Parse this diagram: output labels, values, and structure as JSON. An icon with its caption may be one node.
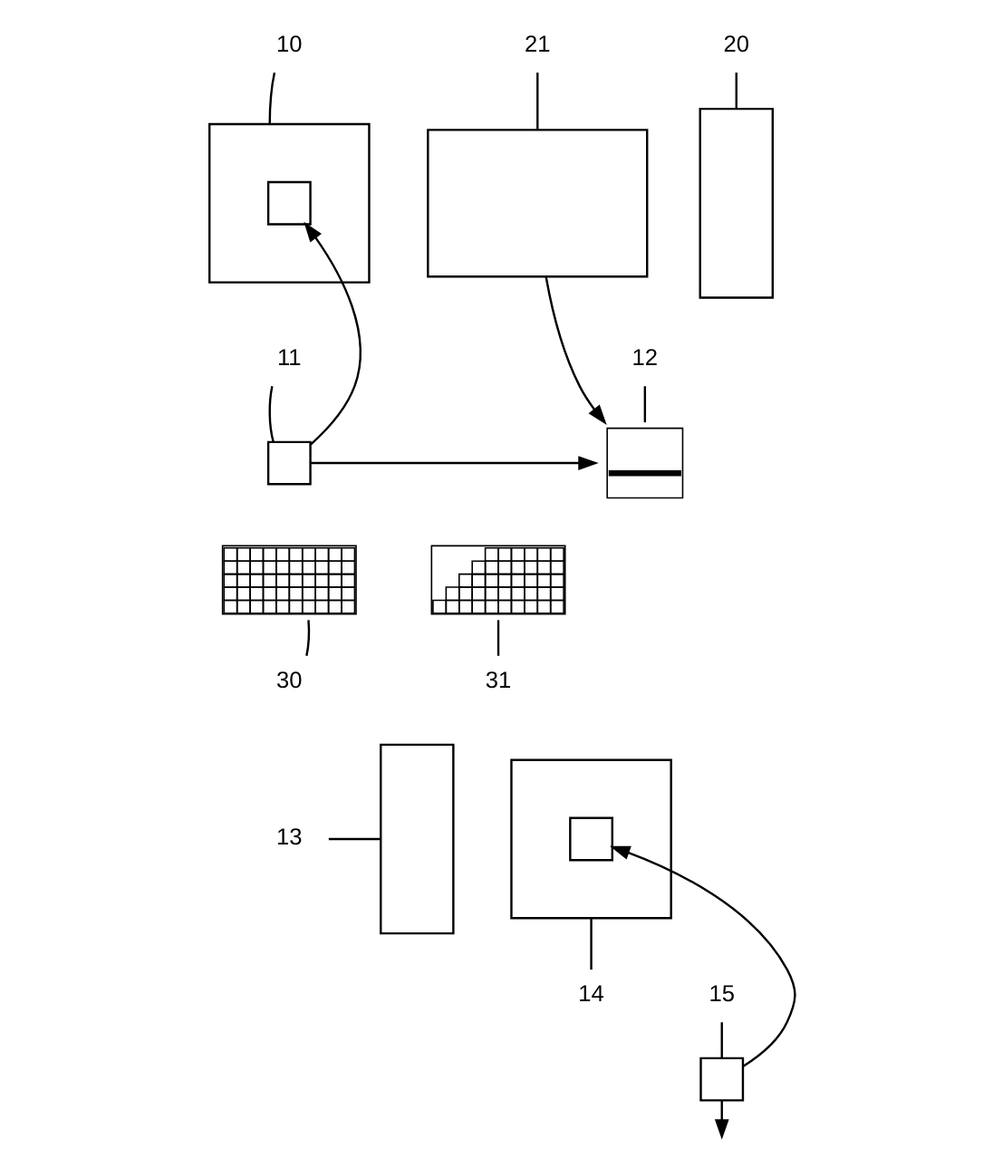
{
  "diagram": {
    "nodes": [
      {
        "text": [
          "10"
        ]
      },
      {
        "text": [
          "20"
        ]
      },
      {
        "text": [
          "21"
        ]
      },
      {
        "text": [],
        "shape": "box"
      },
      {
        "text": [],
        "shape": "box",
        "in": 3
      },
      {
        "text": [],
        "shape": "box"
      },
      {
        "text": [],
        "shape": "box"
      },
      {
        "text": [
          "11"
        ]
      },
      {
        "text": [],
        "shape": "box"
      },
      {
        "text": [
          "12"
        ]
      },
      {
        "text": [],
        "shape": "box"
      },
      {
        "text": [],
        "shape": "picture"
      },
      {
        "text": [],
        "shape": "picture"
      },
      {
        "text": [
          "30"
        ]
      },
      {
        "text": [
          "31"
        ]
      },
      {
        "text": [
          "13"
        ]
      },
      {
        "text": [],
        "shape": "box"
      },
      {
        "text": [],
        "shape": "box"
      },
      {
        "text": [],
        "shape": "box",
        "in": 17
      },
      {
        "text": [
          "14"
        ]
      },
      {
        "text": [
          "15"
        ]
      },
      {
        "text": [],
        "shape": "box"
      }
    ],
    "edges": [
      {
        "from": 0,
        "to": 3,
        "arrow": "none"
      },
      {
        "from": 1,
        "to": 5,
        "arrow": "none"
      },
      {
        "from": 2,
        "to": 6,
        "arrow": "none"
      },
      {
        "from": 7,
        "to": 8,
        "arrow": "none"
      },
      {
        "from": 8,
        "to": 4,
        "arrow": "to"
      },
      {
        "from": 9,
        "to": 10,
        "arrow": "none"
      },
      {
        "from": 8,
        "to": 10,
        "arrow": "to"
      },
      {
        "from": 6,
        "to": 10,
        "arrow": "to"
      },
      {
        "from": 13,
        "to": 11,
        "arrow": "none"
      },
      {
        "from": 14,
        "to": 12,
        "arrow": "none"
      },
      {
        "from": 15,
        "to": 16,
        "arrow": "none"
      },
      {
        "from": 19,
        "to": 17,
        "arrow": "none"
      },
      {
        "from": 21,
        "to": 18,
        "arrow": "to"
      },
      {
        "from": 20,
        "to": 21,
        "arrow": "none"
      },
      {
        "from": 21,
        "to": null,
        "arrow": "to"
      }
    ]
  }
}
